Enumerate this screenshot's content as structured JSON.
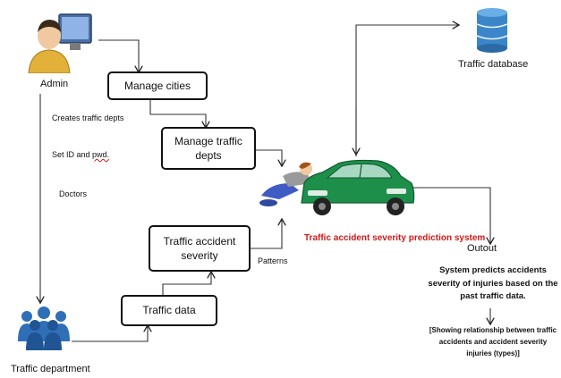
{
  "nodes": {
    "admin": "Admin",
    "manage_cities": "Manage cities",
    "manage_traffic_depts": "Manage traffic depts",
    "traffic_accident_severity": "Traffic accident severity",
    "traffic_data": "Traffic data",
    "traffic_database": "Traffic database",
    "traffic_department": "Traffic department"
  },
  "notes": {
    "creates_traffic_depts": "Creates traffic depts",
    "set_id_prefix": "Set ID and ",
    "set_id_pwd": "pwd.",
    "doctors": "Doctors",
    "patterns": "Patterns"
  },
  "system": {
    "title": "Traffic accident severity prediction system",
    "output_label": "Outout",
    "prediction_text": "System predicts accidents severity of injuries based on the past traffic data.",
    "relationship_text": "[Showing relationship between traffic accidents and accident severity injuries (types)]"
  },
  "colors": {
    "car_body": "#1e8f4a",
    "database": "#3a86c8",
    "people": "#2f6fb8",
    "system_title": "#d01a1a"
  },
  "icons": [
    "admin-person-icon",
    "database-icon",
    "people-group-icon",
    "car-crash-icon",
    "arrow-icon"
  ]
}
